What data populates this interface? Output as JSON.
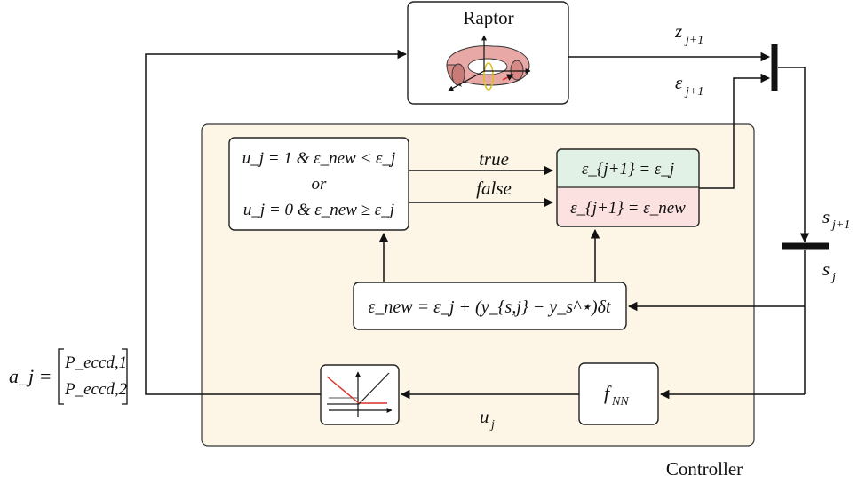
{
  "plant": {
    "label": "Raptor"
  },
  "controller": {
    "label": "Controller"
  },
  "signals": {
    "z_next": {
      "base": "z",
      "sub": "j+1"
    },
    "eps_next": {
      "base": "ε",
      "sub": "j+1"
    },
    "s_next": {
      "base": "s",
      "sub": "j+1"
    },
    "s_cur": {
      "base": "s",
      "sub": "j"
    },
    "u_cur": {
      "base": "u",
      "sub": "j"
    }
  },
  "condition_block": {
    "line1": "u_j = 1 & ε_new < ε_j",
    "line2": "or",
    "line3": "u_j = 0 & ε_new ≥ ε_j"
  },
  "branches": {
    "true_label": "true",
    "false_label": "false"
  },
  "update_block": {
    "top": "ε_{j+1} = ε_j",
    "bottom": "ε_{j+1} = ε_new",
    "top_color": "#e2f1e6",
    "bottom_color": "#fbe1df"
  },
  "error_block": {
    "equation": "ε_new = ε_j + (y_{s,j} − y_s^⋆)δt"
  },
  "nn_block": {
    "base": "f",
    "sub": "NN"
  },
  "action": {
    "lhs": "a_j =",
    "row1": "P_eccd,1",
    "row2": "P_eccd,2"
  },
  "colors": {
    "controller_fill": "#fdf6e6",
    "torus": "#e8a9a6",
    "saturation_red": "#d9302c",
    "beam_yellow": "#d8c21f"
  }
}
